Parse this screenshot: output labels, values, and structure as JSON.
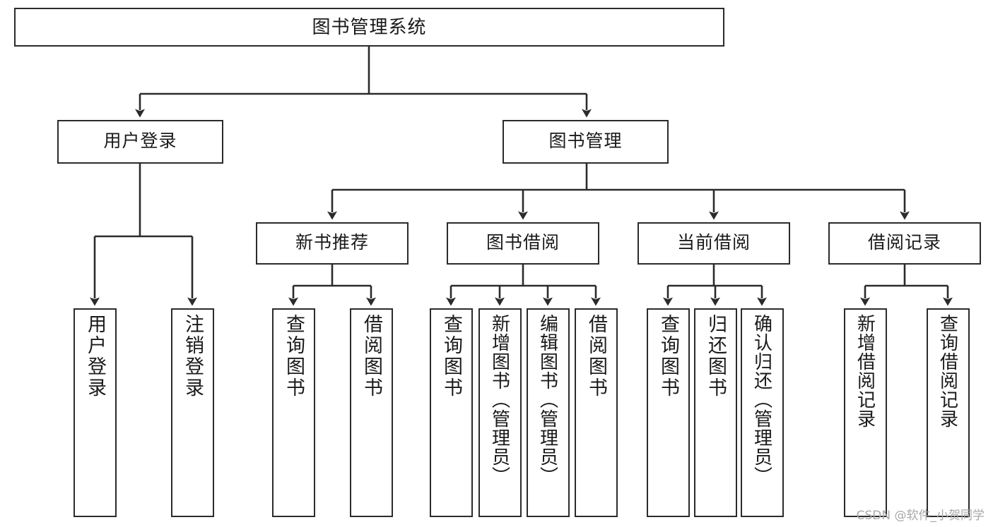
{
  "diagram": {
    "title": "图书管理系统",
    "type": "tree-hierarchy",
    "watermark": "CSDN @软件_小贺同学",
    "stroke_color": "#2b2b2b",
    "fill_color": "#ffffff",
    "text_color": "#1a1a1a",
    "watermark_color": "#a8a8a8"
  },
  "nodes": {
    "root": {
      "label": "图书管理系统"
    },
    "level2": [
      {
        "id": "user-login",
        "label": "用户登录"
      },
      {
        "id": "book-manage",
        "label": "图书管理"
      }
    ],
    "level3": [
      {
        "id": "new-book-recommend",
        "label": "新书推荐"
      },
      {
        "id": "book-borrow",
        "label": "图书借阅"
      },
      {
        "id": "current-borrow",
        "label": "当前借阅"
      },
      {
        "id": "borrow-record",
        "label": "借阅记录"
      }
    ],
    "leaves": {
      "user_login": [
        {
          "id": "leaf-user-login",
          "label": "用户登录"
        },
        {
          "id": "leaf-logout-login",
          "label": "注销登录"
        }
      ],
      "new_book_recommend": [
        {
          "id": "leaf-query-book-1",
          "label": "查询图书"
        },
        {
          "id": "leaf-borrow-book-1",
          "label": "借阅图书"
        }
      ],
      "book_borrow": [
        {
          "id": "leaf-query-book-2",
          "label": "查询图书"
        },
        {
          "id": "leaf-add-book",
          "label": "新增图书（管理员）"
        },
        {
          "id": "leaf-edit-book",
          "label": "编辑图书（管理员）"
        },
        {
          "id": "leaf-borrow-book-2",
          "label": "借阅图书"
        }
      ],
      "current_borrow": [
        {
          "id": "leaf-query-book-3",
          "label": "查询图书"
        },
        {
          "id": "leaf-return-book",
          "label": "归还图书"
        },
        {
          "id": "leaf-confirm-return",
          "label": "确认归还（管理员）"
        }
      ],
      "borrow_record": [
        {
          "id": "leaf-add-record",
          "label": "新增借阅记录"
        },
        {
          "id": "leaf-query-record",
          "label": "查询借阅记录"
        }
      ]
    }
  }
}
